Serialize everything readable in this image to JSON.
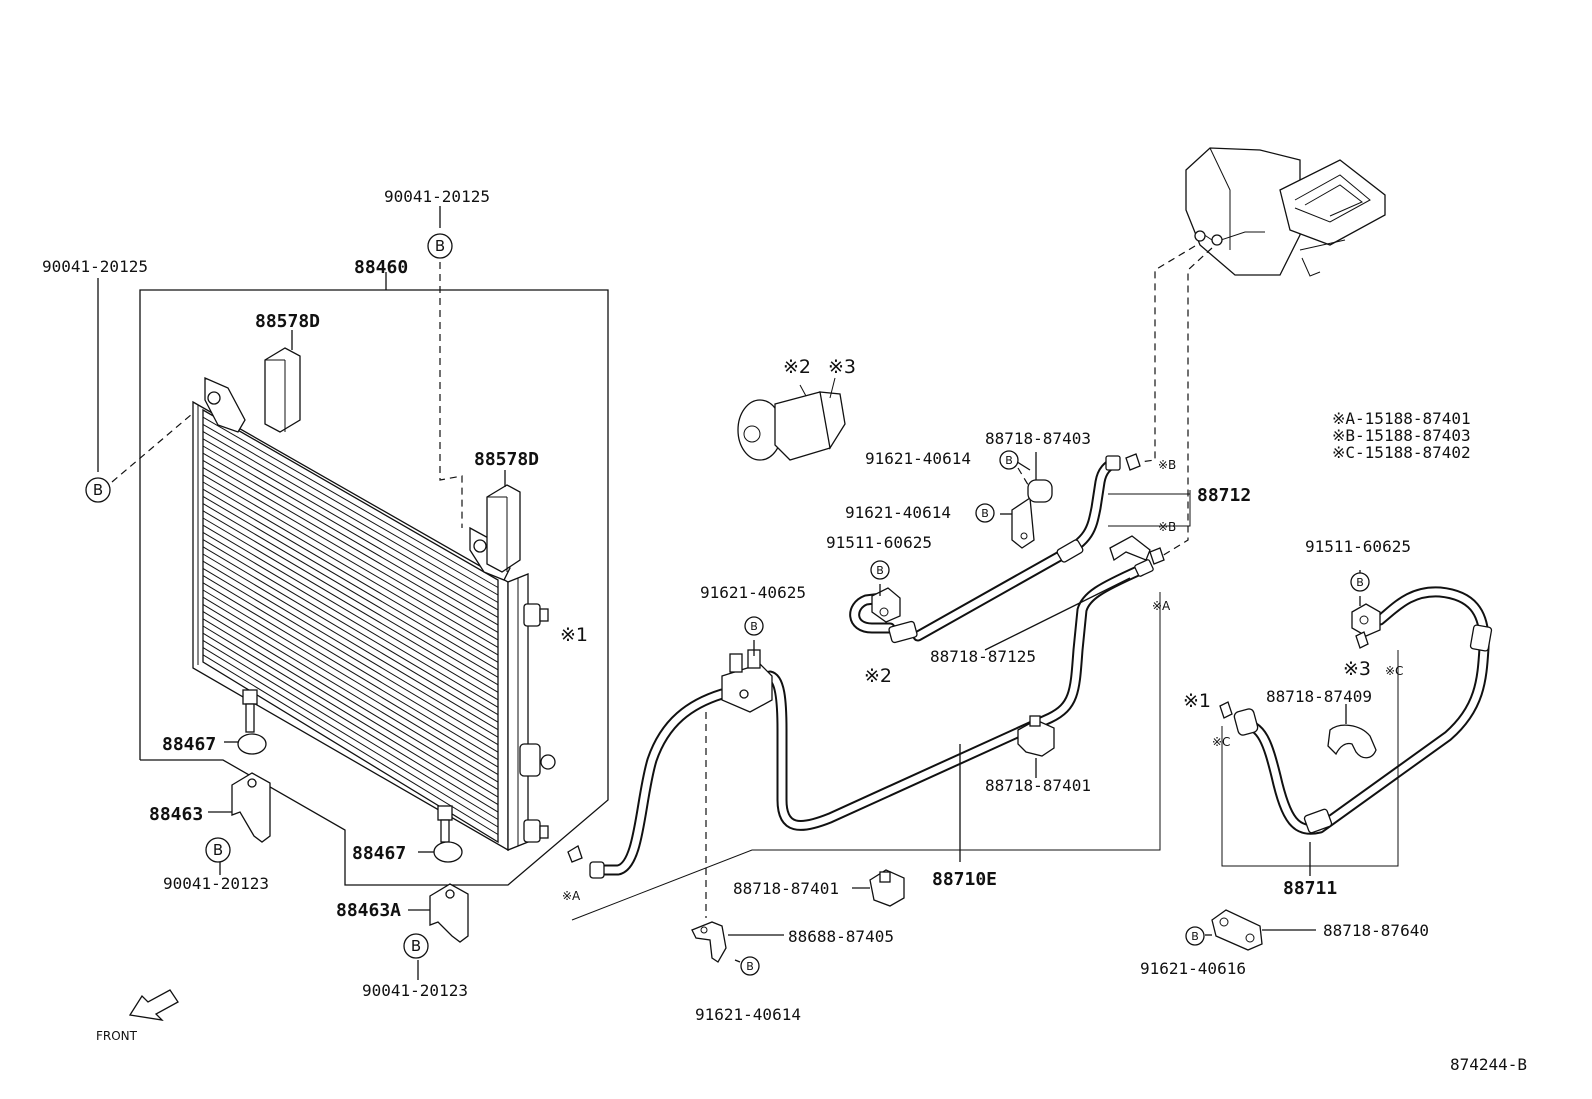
{
  "parts": {
    "condenser_assy": "88460",
    "bracket_top": "88578D",
    "bracket_mid": "88578D",
    "bolt_left": "90041-20125",
    "bolt_top": "90041-20125",
    "cushion_1": "88467",
    "cushion_2": "88467",
    "support_1": "88463",
    "support_1_bolt": "90041-20123",
    "support_2": "88463A",
    "support_2_bolt": "90041-20123",
    "clamp_bolt_1": "91621-40614",
    "clamp_bolt_2": "91621-40614",
    "clamp_bolt_3": "91621-40614",
    "clamp_upper": "88718-87403",
    "pipe_88712": "88712",
    "bolt_91511_a": "91511-60625",
    "bolt_91511_b": "91511-60625",
    "clamp_87125": "88718-87125",
    "bolt_91621_40625": "91621-40625",
    "clamp_87401_a": "88718-87401",
    "clamp_87401_b": "88718-87401",
    "pipe_88710e": "88710E",
    "bracket_88688": "88688-87405",
    "clamp_87409": "88718-87409",
    "hose_88711": "88711",
    "clamp_87640": "88718-87640",
    "bolt_91621_40616": "91621-40616"
  },
  "legend": {
    "a": "※A-15188-87401",
    "b": "※B-15188-87403",
    "c": "※C-15188-87402"
  },
  "callouts": {
    "ref1": "※1",
    "ref2": "※2",
    "ref3": "※3",
    "refA": "※A",
    "refB": "※B",
    "refC": "※C",
    "b_marker": "B"
  },
  "front_label": "FRONT",
  "diagram_id": "874244-B"
}
